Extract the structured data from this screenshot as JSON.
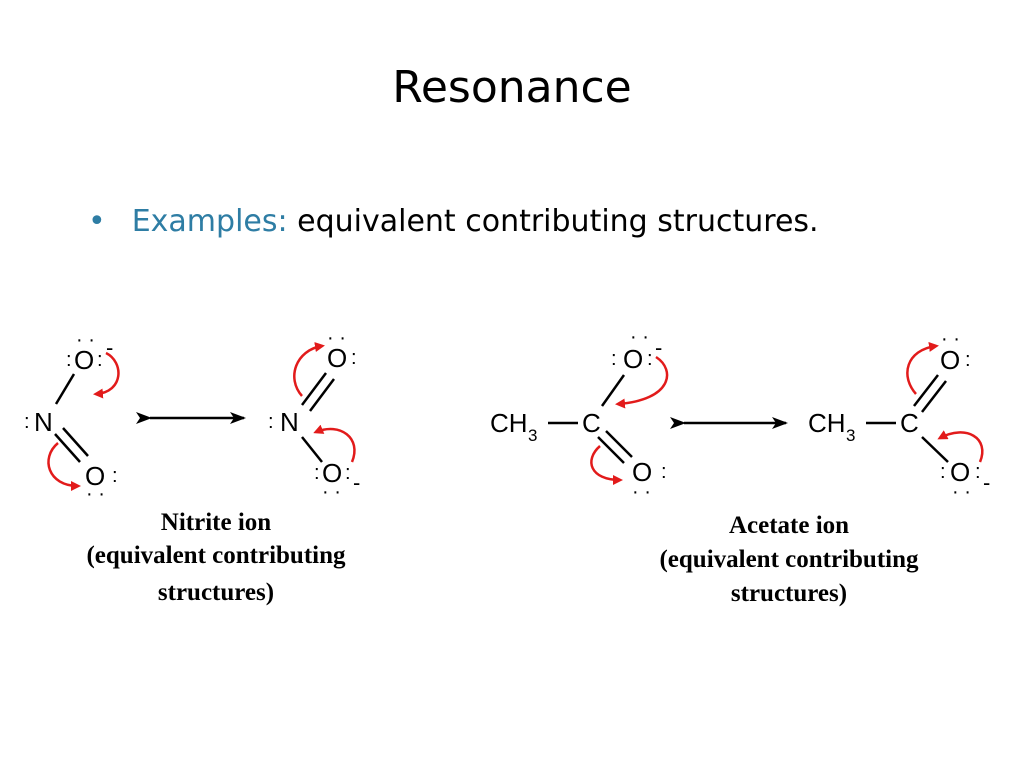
{
  "slide": {
    "title": "Resonance",
    "bullet": {
      "marker": "•",
      "keyword": "Examples:",
      "text": " equivalent contributing structures."
    },
    "accent_color": "#2e7da4",
    "arrow_color": "#e21b1b"
  },
  "nitrite": {
    "left": {
      "top_o": "O",
      "n": "N",
      "bottom_o": "O",
      "charge": "-"
    },
    "right": {
      "top_o": "O",
      "n": "N",
      "bottom_o": "O",
      "charge": "-"
    },
    "caption": [
      "Nitrite ion",
      "(equivalent contributing",
      "structures)"
    ]
  },
  "acetate": {
    "left": {
      "ch3": "CH",
      "sub3": "3",
      "c": "C",
      "top_o": "O",
      "bottom_o": "O",
      "charge": "-"
    },
    "right": {
      "ch3": "CH",
      "sub3": "3",
      "c": "C",
      "top_o": "O",
      "bottom_o": "O",
      "charge": "-"
    },
    "caption": [
      "Acetate ion",
      "(equivalent contributing",
      "structures)"
    ]
  }
}
